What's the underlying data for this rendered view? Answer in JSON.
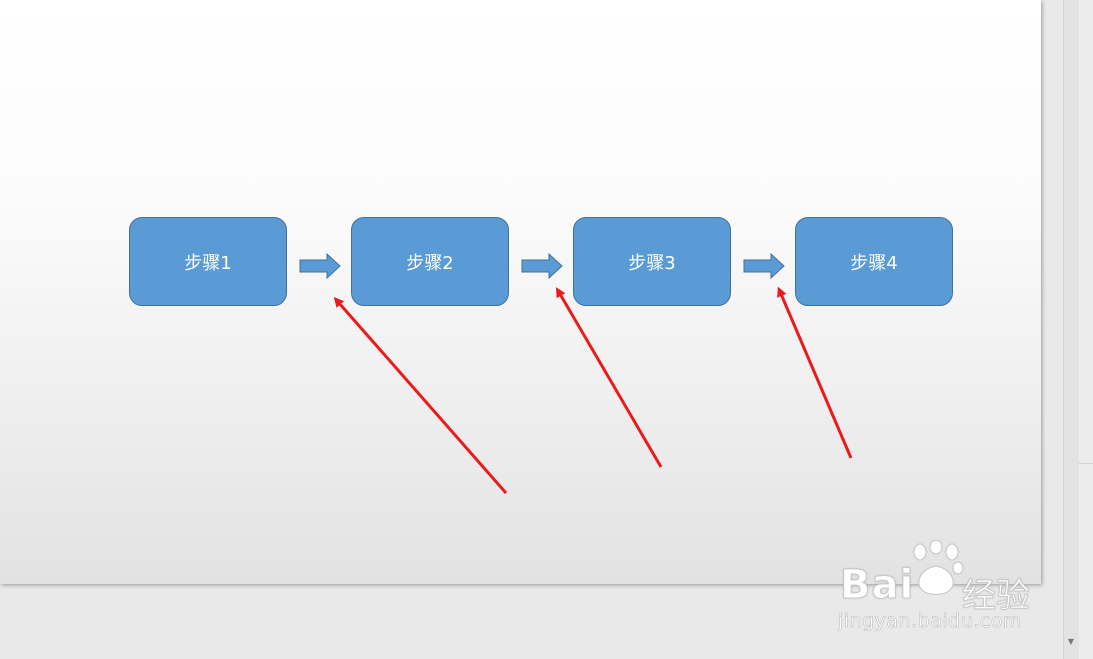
{
  "diagram": {
    "steps": [
      {
        "label": "步骤1"
      },
      {
        "label": "步骤2"
      },
      {
        "label": "步骤3"
      },
      {
        "label": "步骤4"
      }
    ],
    "colors": {
      "box_fill": "#5b9bd5",
      "box_border": "#41719c",
      "annotation_arrow": "#e81c1c"
    }
  },
  "watermark": {
    "logo_text": "Bai",
    "logo_suffix": "经验",
    "url": "jingyan.baidu.com"
  },
  "icons": {
    "scroll_down": "scroll-down-arrow-icon",
    "paw": "baidu-paw-icon"
  }
}
